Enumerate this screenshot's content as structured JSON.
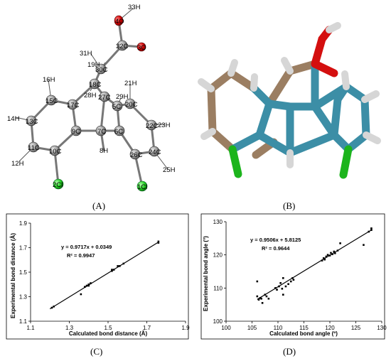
{
  "panels": {
    "a": "(A)",
    "b": "(B)",
    "c": "(C)",
    "d": "(D)"
  },
  "molecule": {
    "atom_labels": [
      "33H",
      "4O",
      "31H",
      "32C",
      "3O",
      "19H",
      "30C",
      "16H",
      "18C",
      "21H",
      "15C",
      "28H",
      "27C",
      "29H",
      "17C",
      "5C",
      "20C",
      "14H",
      "13C",
      "22C",
      "23H",
      "9C",
      "7C",
      "6C",
      "11C",
      "8H",
      "10C",
      "26C",
      "24C",
      "12H",
      "25H",
      "2Cl",
      "1Cl"
    ]
  },
  "chart_data": [
    {
      "type": "scatter",
      "title": "",
      "xlabel": "Calculated bond distance  (Å)",
      "ylabel": "Experimental bond distance (Å)",
      "xlim": [
        1.1,
        1.9
      ],
      "ylim": [
        1.1,
        1.9
      ],
      "xticks": [
        1.1,
        1.3,
        1.5,
        1.7,
        1.9
      ],
      "yticks": [
        1.1,
        1.3,
        1.5,
        1.7,
        1.9
      ],
      "tick_labels_x": [
        "1.1",
        "1.3",
        "1.5",
        "1.7",
        "1.9"
      ],
      "tick_labels_y": [
        "1.1",
        "1.3",
        "1.5",
        "1.7",
        "1.9"
      ],
      "equation": "y = 0.9717x + 0.0349",
      "r2": "R² = 0.9947",
      "trendline": {
        "slope": 0.9717,
        "intercept": 0.0349,
        "x_range": [
          1.2,
          1.76
        ]
      },
      "points": [
        [
          1.21,
          1.21
        ],
        [
          1.22,
          1.22
        ],
        [
          1.36,
          1.32
        ],
        [
          1.38,
          1.38
        ],
        [
          1.39,
          1.39
        ],
        [
          1.4,
          1.39
        ],
        [
          1.4,
          1.4
        ],
        [
          1.41,
          1.41
        ],
        [
          1.52,
          1.51
        ],
        [
          1.52,
          1.52
        ],
        [
          1.53,
          1.52
        ],
        [
          1.55,
          1.55
        ],
        [
          1.56,
          1.55
        ],
        [
          1.58,
          1.57
        ],
        [
          1.76,
          1.74
        ],
        [
          1.76,
          1.75
        ]
      ],
      "marker_color": "#000000",
      "line_color": "#000000"
    },
    {
      "type": "scatter",
      "title": "",
      "xlabel": "Calculated bond angle  (º)",
      "ylabel": "Experimental bond angle (°)",
      "xlim": [
        100,
        130
      ],
      "ylim": [
        100,
        130
      ],
      "xticks": [
        100,
        105,
        110,
        115,
        120,
        125,
        130
      ],
      "yticks": [
        100,
        110,
        120,
        130
      ],
      "tick_labels_x": [
        "100",
        "105",
        "110",
        "115",
        "120",
        "125",
        "130"
      ],
      "tick_labels_y": [
        "100",
        "110",
        "120",
        "130"
      ],
      "equation": "y = 0.9506x + 5.8125",
      "r2": "R² = 0.9644",
      "trendline": {
        "slope": 0.9506,
        "intercept": 5.8125,
        "x_range": [
          106,
          128
        ]
      },
      "points": [
        [
          106.0,
          112.0
        ],
        [
          106.0,
          107.5
        ],
        [
          106.3,
          106.5
        ],
        [
          106.6,
          107.0
        ],
        [
          106.8,
          106.8
        ],
        [
          107.0,
          105.5
        ],
        [
          107.5,
          108.0
        ],
        [
          107.8,
          107.5
        ],
        [
          108.2,
          106.8
        ],
        [
          109.5,
          110.0
        ],
        [
          109.8,
          109.5
        ],
        [
          110.2,
          110.5
        ],
        [
          110.5,
          111.5
        ],
        [
          110.8,
          109.8
        ],
        [
          111.0,
          108.0
        ],
        [
          111.0,
          113.0
        ],
        [
          111.5,
          110.5
        ],
        [
          112.0,
          111.2
        ],
        [
          112.5,
          112.0
        ],
        [
          112.8,
          113.0
        ],
        [
          113.0,
          112.5
        ],
        [
          118.5,
          118.3
        ],
        [
          118.8,
          119.0
        ],
        [
          119.0,
          118.6
        ],
        [
          119.3,
          119.5
        ],
        [
          119.6,
          120.0
        ],
        [
          120.0,
          119.8
        ],
        [
          120.2,
          120.6
        ],
        [
          120.5,
          120.2
        ],
        [
          120.8,
          121.0
        ],
        [
          121.0,
          120.5
        ],
        [
          121.5,
          121.3
        ],
        [
          122.0,
          123.5
        ],
        [
          126.5,
          123.0
        ],
        [
          127.5,
          127.0
        ],
        [
          128.0,
          128.0
        ],
        [
          128.0,
          127.5
        ]
      ],
      "marker_color": "#000000",
      "line_color": "#000000"
    }
  ]
}
